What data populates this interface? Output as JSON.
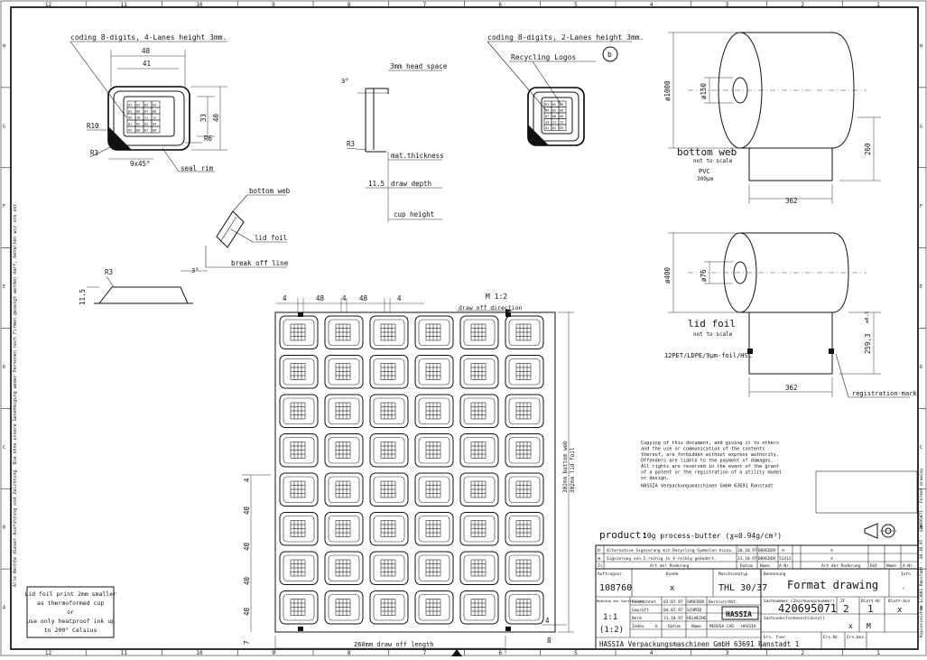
{
  "border": {
    "top_numbers": [
      "12",
      "11",
      "10",
      "9",
      "8",
      "7",
      "6",
      "5",
      "4",
      "3",
      "2",
      "1"
    ],
    "side_letters": [
      "H",
      "G",
      "F",
      "E",
      "D",
      "C",
      "B",
      "A"
    ]
  },
  "views": {
    "cup4": {
      "title": "coding 8-digits, 4-Lanes height 3mm.",
      "d48": "48",
      "d41": "41",
      "d33": "33",
      "d40": "40",
      "r10": "R10",
      "r3": "R3",
      "r6": "R6",
      "chamfer": "9x45°",
      "seal": "seal rim",
      "grid": [
        "01",
        "02",
        "03",
        "04",
        "05",
        "06",
        "07",
        "08",
        "09",
        "10",
        "11",
        "12"
      ]
    },
    "cup2": {
      "title": "coding 8-digits, 2-Lanes height 3mm.",
      "logos": "Recycling Logos",
      "bubble": "b",
      "grid": [
        "01",
        "02",
        "03",
        "04",
        "05",
        "06",
        "07",
        "08",
        "09",
        "10",
        "11",
        "12"
      ]
    },
    "section": {
      "angle": "3°",
      "head": "3mm head space",
      "r3": "R3",
      "mat": "mat.thickness",
      "depth_val": "11.5",
      "depth": "draw depth",
      "cupheight": "cup height"
    },
    "detail": {
      "bottom": "bottom web",
      "lid": "lid foil",
      "break": "break off line"
    },
    "side": {
      "r3": "R3",
      "angle": "3°",
      "h": "11.5"
    },
    "bottom_roll": {
      "d1000": "ø1000",
      "d150": "ø150",
      "label": "bottom web",
      "sub": "not to scale",
      "mat": "PVC",
      "thick": "300µm",
      "w260": "260",
      "w362": "362"
    },
    "lid_roll": {
      "d400": "ø400",
      "d76": "ø76",
      "label": "lid foil",
      "sub": "not to scale",
      "mat": "12PET/LDPE/9µm-foil/HSL",
      "w259": "259,3",
      "tol": "±0,3",
      "w362": "362",
      "reg": "registration-mark"
    },
    "layout": {
      "scale": "M 1:2",
      "dir": "draw off direction",
      "d4a": "4",
      "d48a": "48",
      "d4b": "4",
      "d48b": "48",
      "d4c": "4",
      "bottom_w": "302mm bottom web",
      "lid_w": "302mm lid foil",
      "length": "260mm draw off length",
      "s4": "4",
      "s40a": "40",
      "s40b": "40",
      "s40c": "40",
      "s40d": "40",
      "s7": "7",
      "e4": "4",
      "e8": "8"
    }
  },
  "copyright": {
    "lines": [
      "Copying of this document, and giving it to others",
      "and the use or communication of the contents",
      "thereof, are forbidden without express authority.",
      "Offenders are liable to the payment of damages.",
      "All rights are reserved in the event of the grant",
      "of a patent or the registration of a utility model",
      "or design."
    ],
    "company": "HASSIA Verpackungsmaschinen GmbH 63691 Ranstadt"
  },
  "product": {
    "label": "product:",
    "value": "10g process-butter (ɣ=0.94g/cm³)"
  },
  "note": {
    "lines": [
      "Lid foil print 2mm smaller",
      "as thermoformed cup",
      "or",
      "use only heatproof ink up",
      "to 200° Celsius"
    ]
  },
  "left_margin_text": "Alle Rechte dieser Ausführung und Zeichnung. Die ohne unsere Genehmigung weder Personen noch Firmen gezeigt werden darf, behalten wir uns vor.",
  "right_margin_text": "Kopierzeichen 1/2001 Ranstadt - 18.10.97 - 420695071 - Format drawing",
  "titleblock": {
    "rev_b": {
      "zone": "b",
      "text": "Alternative Signierung mit Recycling-Symbolen hinzu.",
      "date": "30.10.97",
      "name": "BRAEDEN",
      "x": "x"
    },
    "rev_a": {
      "zone": "a",
      "text": "Signierung von 2-reihig in 4-reihig geändert.",
      "date": "31.10.97",
      "name": "BRAEDEN",
      "nr": "52412"
    },
    "rev_hdr": {
      "zone": "Zi",
      "art": "Art der Änderung",
      "datum": "Datum",
      "name": "Name",
      "anr": "A-Nr."
    },
    "rev_right_hdr": {
      "art": "Art der Änderung",
      "datum": "Dat",
      "name": "Name",
      "anr": "A-Nr."
    },
    "rev_x": "x",
    "auftrag_lbl": "Auftragsnr.",
    "auftrag": "108760",
    "kunde_lbl": "Kunde",
    "kunde": "x",
    "maschine_lbl": "Maschinentyp",
    "maschine": "THL 30/37",
    "benennung_lbl": "Benennung",
    "benennung": "Format drawing",
    "info_lbl": "Info",
    "info": "-",
    "sach_lbl": "Sachnummer (Zeichnungsnummer)",
    "sach": "420695071",
    "zf_lbl": "ZF",
    "zf": "2",
    "blatt_lbl": "Blatt-Nr",
    "blatt": "1",
    "blatt_anz_lbl": "Blatt-Anz",
    "blatt_anz": "x",
    "massstab_lbl": "Maßstab der Darstellung",
    "massstab": "1:1",
    "massstab2": "(1:2)",
    "gez_lbl": "Gezeichnet",
    "gez_date": "02.07.97",
    "gez_name": "SKREDEN",
    "gepr_lbl": "Geprüft",
    "gepr_date": "04.07.97",
    "gepr_name": "SCHMID",
    "norm_lbl": "Norm",
    "norm_date": "31.10.97",
    "norm_name": "HELWEINE",
    "index_lbl": "Index",
    "index_b": "b",
    "datum_lbl": "Datum",
    "name_lbl": "Name",
    "bereich_lbl": "Bereich/Abt.",
    "cad": "MEDUSA CAD - HASSIA",
    "logo": "HASSIA",
    "formular_lbl": "Sachcode(Formenschlüssel)",
    "formular_x": "x",
    "formular_m": "M",
    "company": "HASSIA Verpackungsmaschinen GmbH 63691 Ranstadt 1",
    "ers_lbl": "Ers. fuer",
    "ers_nr": "Ers.Nr.",
    "ers_dr": "Ers.bez."
  }
}
